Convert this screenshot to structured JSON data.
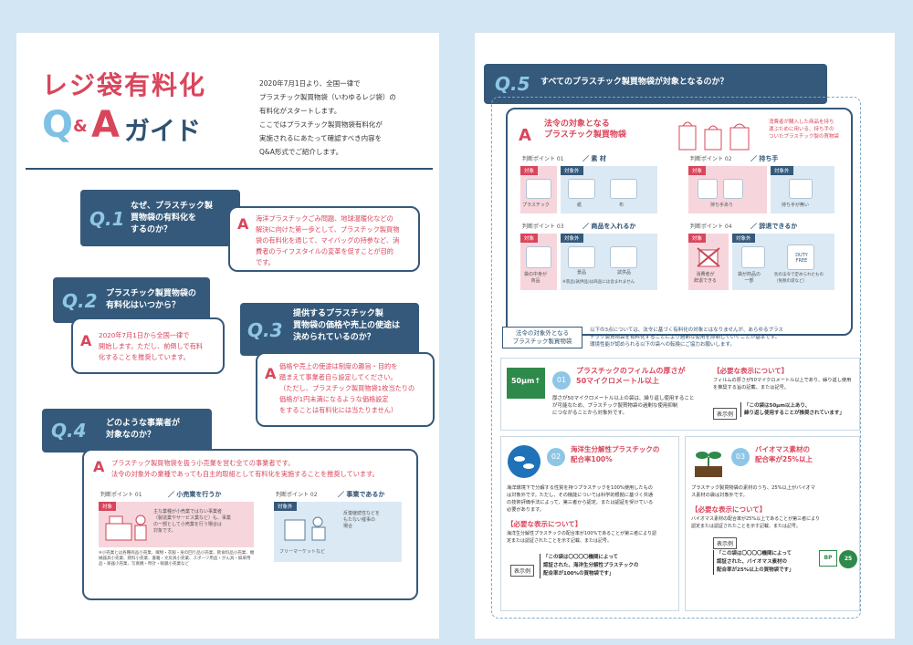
{
  "left": {
    "title_line1": "レジ袋有料化",
    "title_q": "Q",
    "title_amp": "&",
    "title_a": "A",
    "title_guide": "ガイド",
    "intro": "2020年7月1日より、全国一律で\nプラスチック製買物袋（いわゆるレジ袋）の\n有料化がスタートします。\nここではプラスチック製買物袋有料化が\n実施されるにあたって確認すべき内容を\nQ&A形式でご紹介します。",
    "q1": {
      "num": "Q.1",
      "text": "なぜ、プラスチック製\n買物袋の有料化を\nするのか？",
      "a": "A",
      "answer": "海洋プラスチックごみ問題、地球温暖化などの\n解決に向けた第一歩として、プラスチック製買物\n袋の有料化を通じて、マイバッグの持参など、消\n費者のライフスタイルの変革を促すことが目的\nです。"
    },
    "q2": {
      "num": "Q.2",
      "text": "プラスチック製買物袋の\n有料化はいつから？",
      "a": "A",
      "answer": "2020年7月1日から全国一律で\n開始します。ただし、前倒しで有料\n化することを推奨しています。"
    },
    "q3": {
      "num": "Q.3",
      "text": "提供するプラスチック製\n買物袋の価格や売上の使途は\n決められているのか？",
      "a": "A",
      "answer": "価格や売上の使途は制度の趣旨・目的を\n踏まえて事業者自ら設定してください。\n（ただし、プラスチック製買物袋1枚当たりの\n価格が1円未満になるような価格設定\nをすることは有料化には当たりません）"
    },
    "q4": {
      "num": "Q.4",
      "text": "どのような事業者が\n対象なのか？",
      "a": "A",
      "answer": "プラスチック製買物袋を扱う小売業を営む全ての事業者です。\n法令の対象外の業種であっても自主的取組として有料化を実施することを推奨しています。",
      "point1_label": "判断ポイント 01",
      "point1_title": "／ 小売業を行うか",
      "point1_tag": "対象",
      "point1_desc": "主な業種が小売業ではない事業者\n（製造業やサービス業など）も、事業\nの一部として小売業を行う場合は\n対象です。",
      "point1_note": "※小売業とは各種商品小売業、織物・衣服・身の回り品小売業、飲食料品小売業、機械器具小売業、燃料小売業、書籍・文房具小売業、スポーツ用品・がん具・娯楽用品・楽器小売業、写真機・時計・眼鏡小売業など",
      "point2_label": "判断ポイント 02",
      "point2_title": "／ 事業であるか",
      "point2_tag": "対象外",
      "point2_desc": "反復継続性などを\nもたない催事の\n場合",
      "point2_caption": "フリーマーケットなど"
    }
  },
  "right": {
    "q5": {
      "num": "Q.5",
      "text": "すべてのプラスチック製買物袋が対象となるのか？"
    },
    "a": "A",
    "a_title": "法令の対象となる\nプラスチック製買物袋",
    "a_note": "消費者が購入した商品を持ち\n運ぶために用いる、持ち手の\nついたプラスチック製の買物袋",
    "p1": {
      "label": "判断ポイント 01",
      "title": "／ 素 材",
      "tag1": "対象",
      "tag2": "対象外",
      "cap1": "プラスチック",
      "cap2": "紙",
      "cap3": "布"
    },
    "p2": {
      "label": "判断ポイント 02",
      "title": "／ 持ち手",
      "tag1": "対象",
      "tag2": "対象外",
      "cap1": "持ち手あり",
      "cap2": "持ち手が無い"
    },
    "p3": {
      "label": "判断ポイント 03",
      "title": "／ 商品を入れるか",
      "tag1": "対象",
      "tag2": "対象外",
      "cap1": "袋の中身が\n商品",
      "cap2": "景品",
      "cap3": "試供品",
      "note": "※景品(試供品)は商品には含まれません"
    },
    "p4": {
      "label": "判断ポイント 04",
      "title": "／ 辞退できるか",
      "tag1": "対象",
      "tag2": "対象外",
      "cap1": "消費者が\n辞退できる",
      "cap2": "袋が商品の\n一部",
      "cap3": "別の法令で定められたもの\n（免税の袋など）",
      "dutyfree": "DUTY FREE"
    },
    "exempt_label": "法令の対象外となる\nプラスチック製買物袋",
    "exempt_text": "以下の3点については、法令に基づく有料化の対象とはなりませんが、あらゆるプラス\nチック製買物袋を有料化することにより過剰な使用を抑制していくことが基本です。\n環境性能が認められる以下の袋への転換にご協力お願いします。",
    "e1": {
      "icon": "50μm↑",
      "num": "01",
      "title": "プラスチックのフィルムの厚さが\n50マイクロメートル以上",
      "desc": "厚さが50マイクロメートル以上の袋は、繰り返し使用すること\nが可能なため、プラスチック製買物袋の過剰な使用抑制\nにつながることから対象外です。",
      "disp_title": "【必要な表示について】",
      "disp_desc": "フィルムの厚さが50マイクロメートル以上であり、繰り返し使用\nを推奨する旨の記載、または記号。",
      "example_label": "表示例",
      "example": "「この袋は50μm以上あり、\n繰り返し使用することが推奨されています」"
    },
    "e2": {
      "num": "02",
      "title": "海洋生分解性プラスチックの\n配合率100%",
      "desc": "海洋環境下で分解する性質を持つプラスチックを100%使用したもの\nは対象外です。ただし、その機能については科学的根拠に基づく共通\nの技術評価手法によって、第三者から認定、または認証を受けている\n必要があります。",
      "disp_title": "【必要な表示について】",
      "disp_desc": "海洋生分解性プラスチックの配合率が100%であることが第三者により認\n定または認証されたことを示す記載、または記号。",
      "example_label": "表示例",
      "example": "「この袋は〇〇〇〇機関によって\n認証された、海洋生分解性プラスチックの\n配合率が100%の買物袋です」"
    },
    "e3": {
      "num": "03",
      "title": "バイオマス素材の\n配合率が25%以上",
      "desc": "プラスチック製買物袋の素材のうち、25%以上がバイオマ\nス素材の袋は対象外です。",
      "disp_title": "【必要な表示について】",
      "disp_desc": "バイオマス素材の配合率が25%以上であることが第三者により\n認定または認証されたことを示す記載、または記号。",
      "example_label": "表示例",
      "example": "「この袋は〇〇〇〇機関によって\n認証された、バイオマス素材の\n配合率が25%以上の買物袋です」",
      "logo1": "BP",
      "logo2": "25"
    }
  },
  "colors": {
    "accent_red": "#d9465c",
    "navy": "#35597a",
    "light_blue": "#8ec6e6",
    "bg": "#d3e6f3"
  }
}
